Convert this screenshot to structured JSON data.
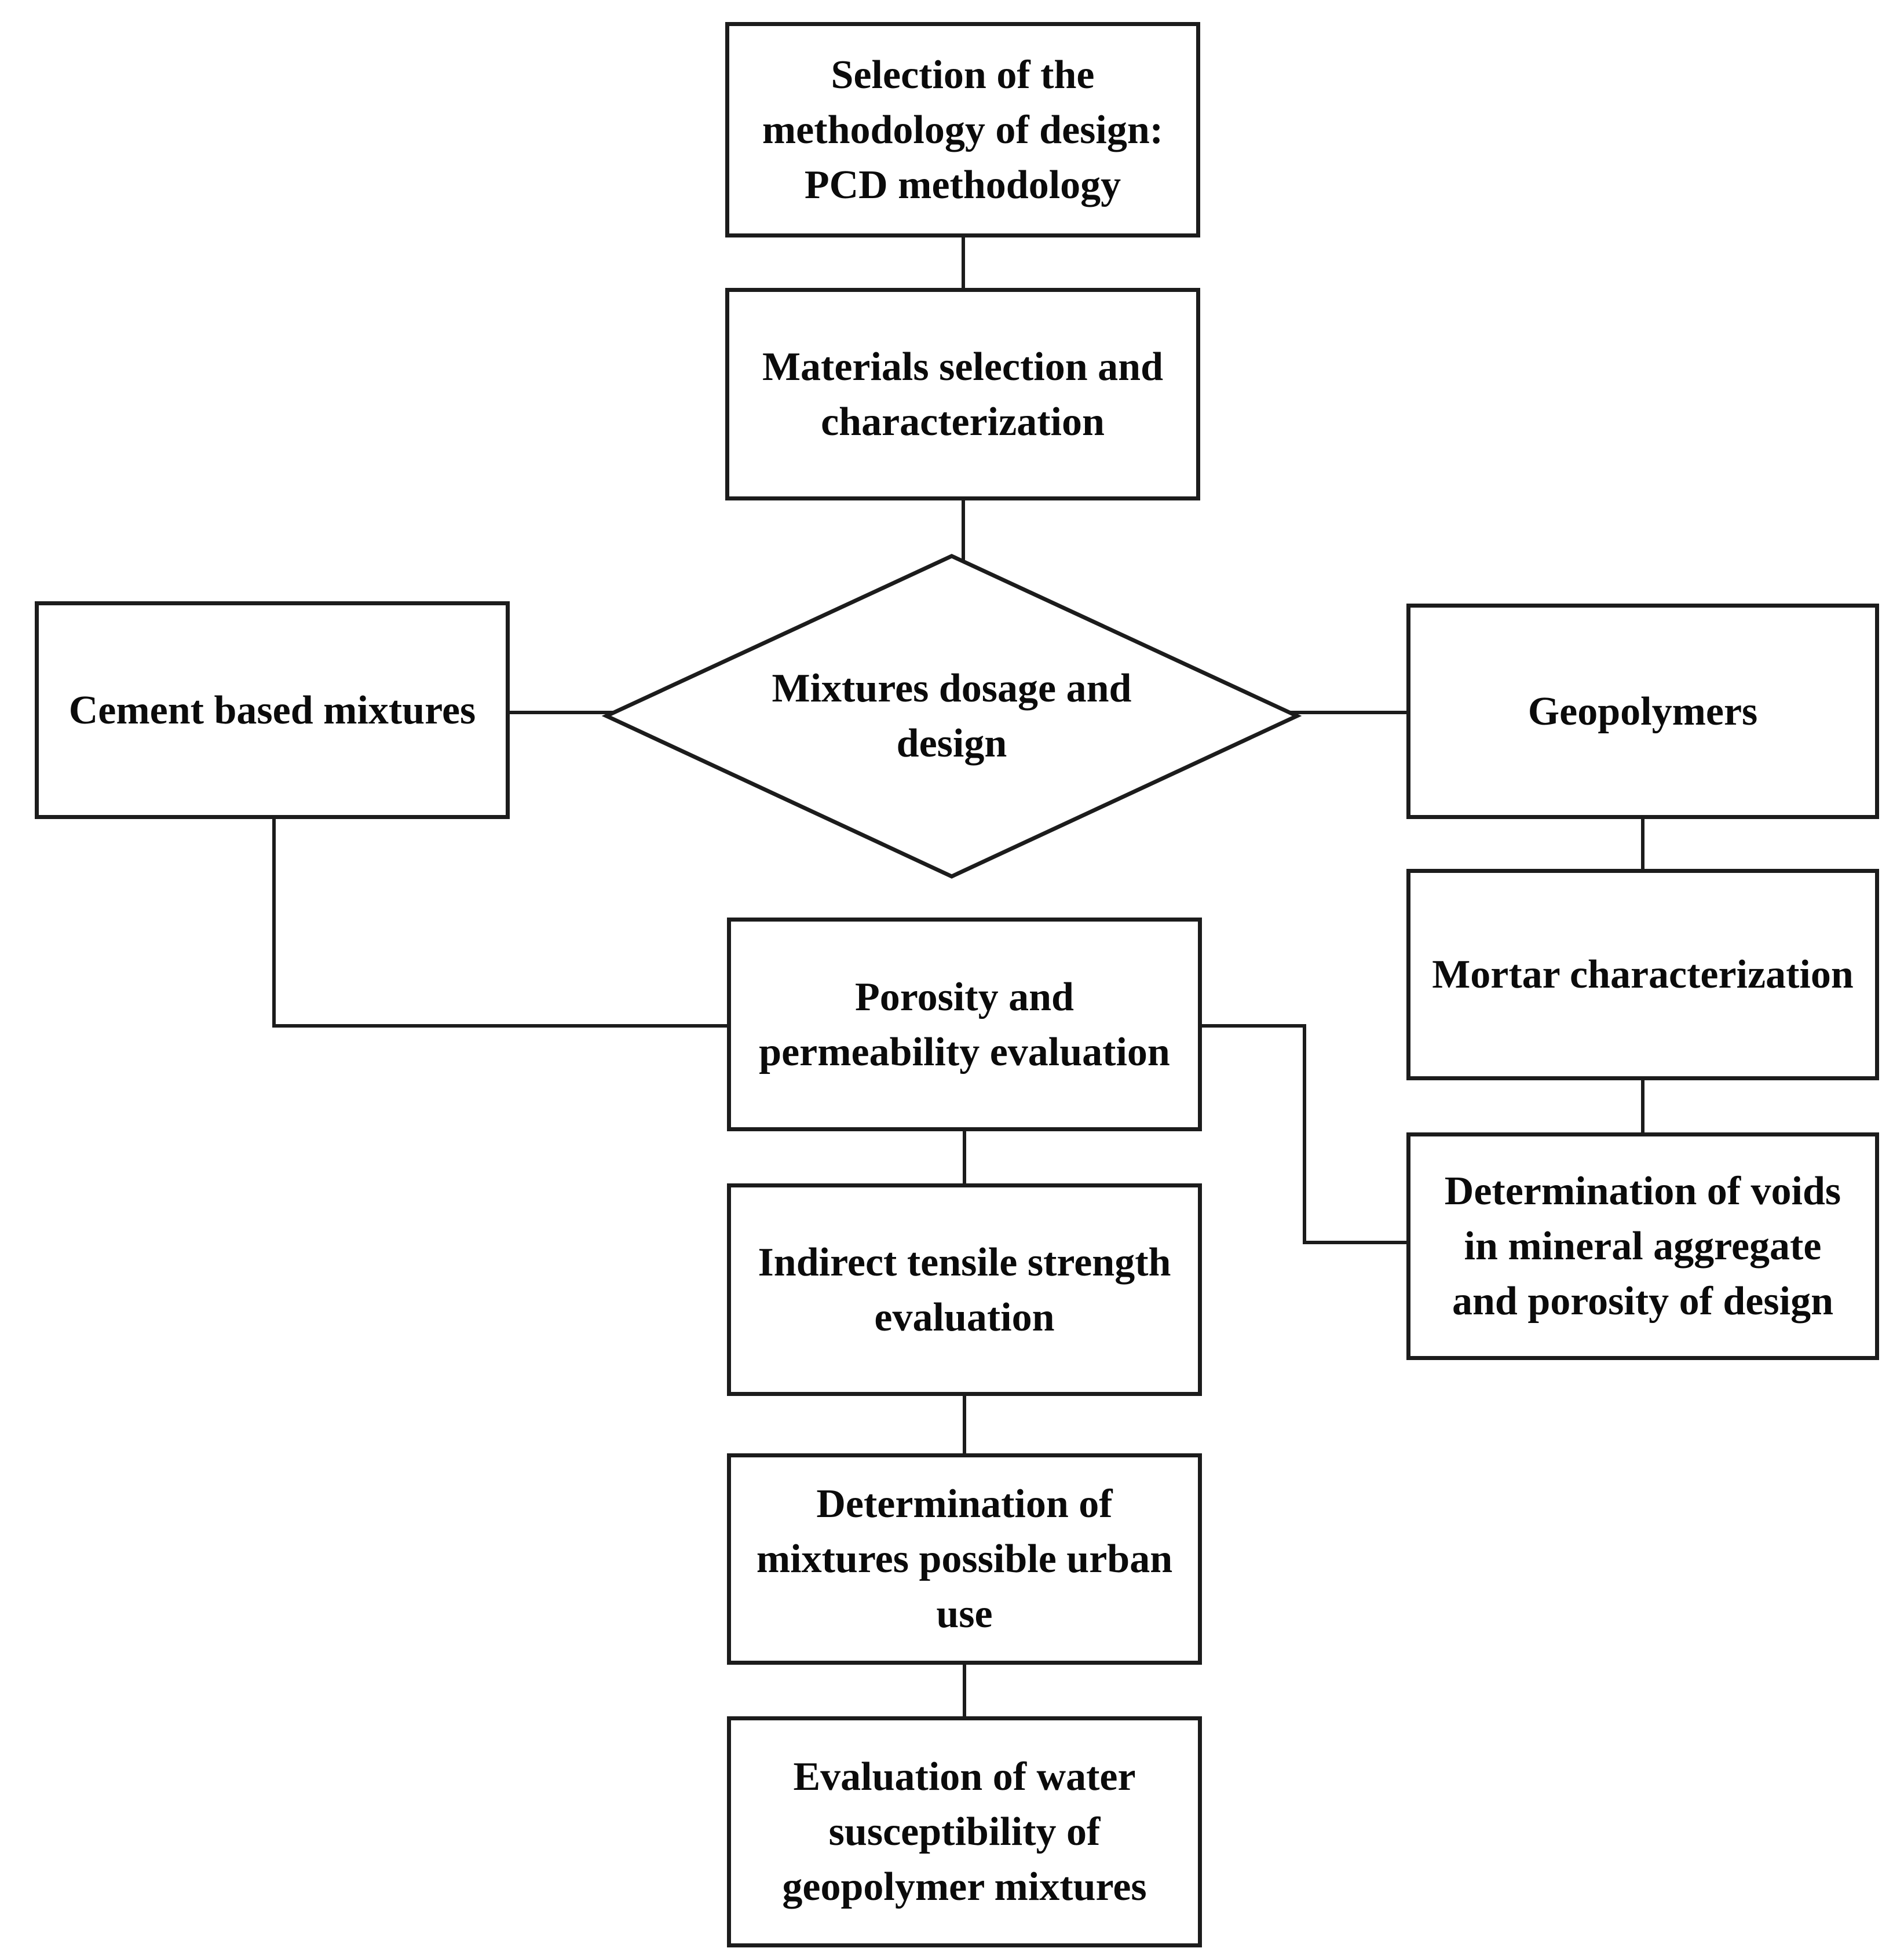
{
  "diagram": {
    "description": "Flowchart of the PCD design methodology for pervious mixtures",
    "colors": {
      "background": "#ffffff",
      "line": "#1c1c1c",
      "text": "#0b0b0b"
    },
    "layout_hints": {
      "arrowheads": false,
      "decision_shape": "diamond",
      "process_shape": "rectangle"
    },
    "nodes": {
      "selection_methodology": {
        "shape": "rect",
        "label": "Selection of the\nmethodology of design:\nPCD methodology"
      },
      "materials_selection": {
        "shape": "rect",
        "label": "Materials selection and\ncharacterization"
      },
      "mixtures_dosage": {
        "shape": "diamond",
        "label": "Mixtures dosage and\ndesign"
      },
      "cement_based": {
        "shape": "rect",
        "label": "Cement based mixtures"
      },
      "geopolymers": {
        "shape": "rect",
        "label": "Geopolymers"
      },
      "mortar_characterization": {
        "shape": "rect",
        "label": "Mortar characterization"
      },
      "determination_voids": {
        "shape": "rect",
        "label": "Determination of voids\nin mineral aggregate\nand porosity of design"
      },
      "porosity_permeability": {
        "shape": "rect",
        "label": "Porosity and\npermeability evaluation"
      },
      "indirect_tensile": {
        "shape": "rect",
        "label": "Indirect tensile strength\nevaluation"
      },
      "urban_use": {
        "shape": "rect",
        "label": "Determination of\nmixtures possible urban\nuse"
      },
      "water_susceptibility": {
        "shape": "rect",
        "label": "Evaluation of water\nsusceptibility of\ngeopolymer mixtures"
      }
    },
    "edges": [
      {
        "from": "selection_methodology",
        "to": "materials_selection"
      },
      {
        "from": "materials_selection",
        "to": "mixtures_dosage"
      },
      {
        "from": "mixtures_dosage",
        "to": "cement_based"
      },
      {
        "from": "mixtures_dosage",
        "to": "geopolymers"
      },
      {
        "from": "cement_based",
        "to": "porosity_permeability"
      },
      {
        "from": "geopolymers",
        "to": "mortar_characterization"
      },
      {
        "from": "mortar_characterization",
        "to": "determination_voids"
      },
      {
        "from": "porosity_permeability",
        "to": "determination_voids"
      },
      {
        "from": "porosity_permeability",
        "to": "indirect_tensile"
      },
      {
        "from": "indirect_tensile",
        "to": "urban_use"
      },
      {
        "from": "urban_use",
        "to": "water_susceptibility"
      }
    ]
  }
}
